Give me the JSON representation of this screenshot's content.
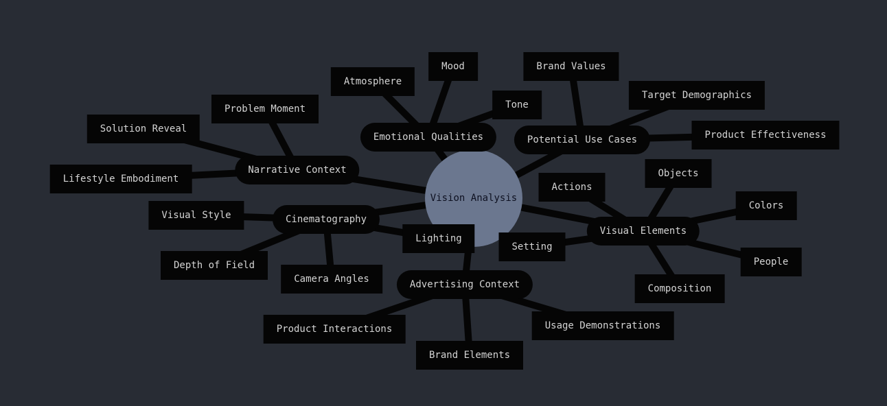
{
  "colors": {
    "background": "#282c34",
    "node": "#050505",
    "root": "#6b778f",
    "edge": "#050505",
    "text": "#d4d4d4"
  },
  "root": {
    "label": "Vision Analysis"
  },
  "branches": [
    {
      "id": "emotional",
      "label": "Emotional Qualities",
      "children": [
        {
          "id": "atmosphere",
          "label": "Atmosphere"
        },
        {
          "id": "mood",
          "label": "Mood"
        },
        {
          "id": "tone",
          "label": "Tone"
        }
      ]
    },
    {
      "id": "usecases",
      "label": "Potential Use Cases",
      "children": [
        {
          "id": "brandvalues",
          "label": "Brand Values"
        },
        {
          "id": "targetdemo",
          "label": "Target Demographics"
        },
        {
          "id": "producteff",
          "label": "Product Effectiveness"
        }
      ]
    },
    {
      "id": "visual",
      "label": "Visual Elements",
      "children": [
        {
          "id": "actions",
          "label": "Actions"
        },
        {
          "id": "objects",
          "label": "Objects"
        },
        {
          "id": "colors",
          "label": "Colors"
        },
        {
          "id": "people",
          "label": "People"
        },
        {
          "id": "composition",
          "label": "Composition"
        },
        {
          "id": "setting",
          "label": "Setting"
        }
      ]
    },
    {
      "id": "advertising",
      "label": "Advertising Context",
      "children": [
        {
          "id": "usage",
          "label": "Usage Demonstrations"
        },
        {
          "id": "brandelements",
          "label": "Brand Elements"
        },
        {
          "id": "productinter",
          "label": "Product Interactions"
        }
      ]
    },
    {
      "id": "cinema",
      "label": "Cinematography",
      "children": [
        {
          "id": "lighting",
          "label": "Lighting"
        },
        {
          "id": "cameraangles",
          "label": "Camera Angles"
        },
        {
          "id": "depth",
          "label": "Depth of Field"
        },
        {
          "id": "visualstyle",
          "label": "Visual Style"
        }
      ]
    },
    {
      "id": "narrative",
      "label": "Narrative Context",
      "children": [
        {
          "id": "lifestyle",
          "label": "Lifestyle Embodiment"
        },
        {
          "id": "solution",
          "label": "Solution Reveal"
        },
        {
          "id": "problem",
          "label": "Problem Moment"
        }
      ]
    }
  ]
}
